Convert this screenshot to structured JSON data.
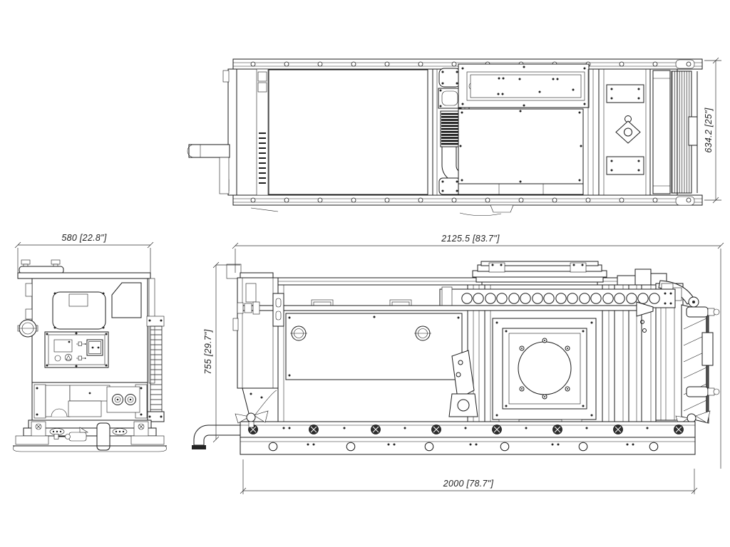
{
  "drawing": {
    "type": "three-view engineering drawing of skid-mounted generator unit",
    "line_color": "#1b1b1b",
    "paper_color": "#ffffff"
  },
  "dimensions": {
    "depth": "634.2 [25\"]",
    "width": "580 [22.8\"]",
    "overall_length": "2125.5 [83.7\"]",
    "height": "755 [29.7\"]",
    "skid_length": "2000 [78.7\"]"
  }
}
